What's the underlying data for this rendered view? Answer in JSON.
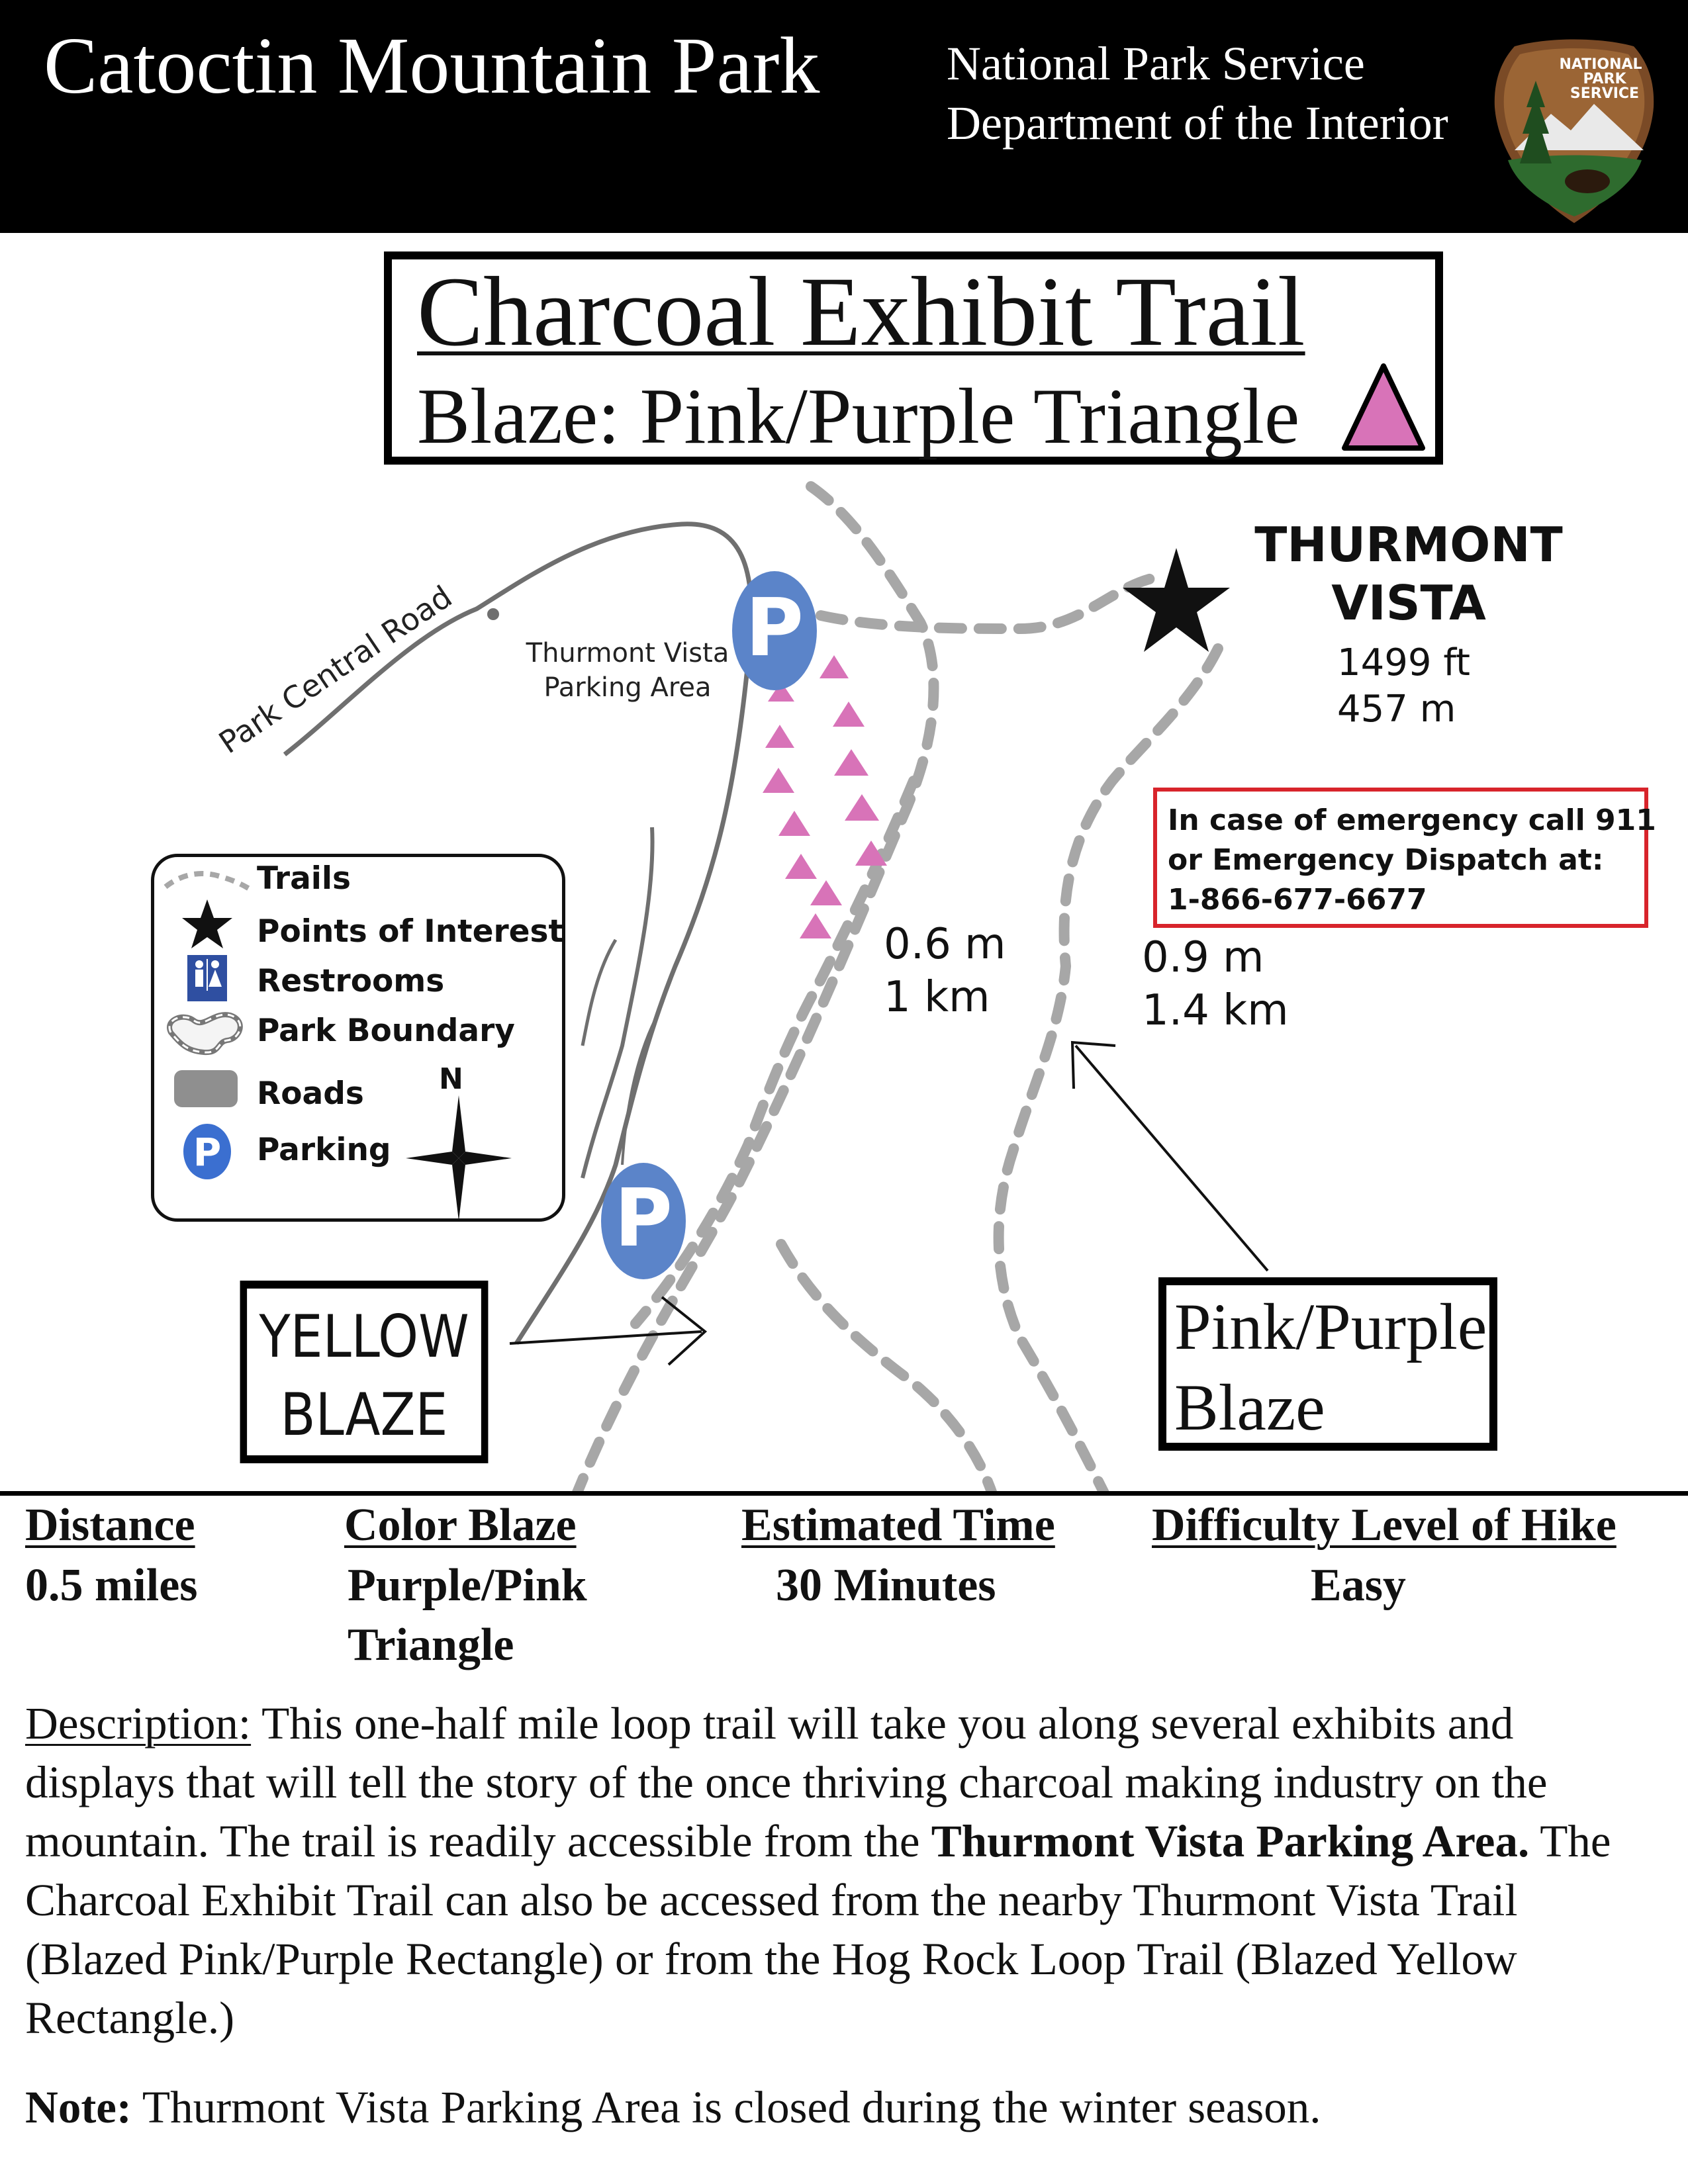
{
  "header": {
    "park_title": "Catoctin Mountain Park",
    "agency_line_1": "National Park Service",
    "agency_line_2": "Department of the Interior",
    "emblem_lines": [
      "NATIONAL",
      "PARK",
      "SERVICE"
    ]
  },
  "title_box": {
    "trail_name": "Charcoal Exhibit Trail",
    "blaze_text": "Blaze: Pink/Purple Triangle",
    "blaze_color": "#d873b8"
  },
  "map": {
    "road_label": "Park Central Road",
    "parking_area_label": [
      "Thurmont Vista",
      "Parking Area"
    ],
    "parking_symbol": "P",
    "vista": {
      "name_lines": [
        "THURMONT",
        "VISTA"
      ],
      "elevation_ft": "1499 ft",
      "elevation_m": "457 m"
    },
    "distance_left": [
      "0.6 m",
      "1 km"
    ],
    "distance_right": [
      "0.9 m",
      "1.4 km"
    ],
    "compass_label": "N",
    "colors": {
      "trail": "#a7a7a7",
      "road": "#6f6f6f",
      "parking": "#5b84c9",
      "triangle_blaze": "#d873b8"
    }
  },
  "legend": {
    "items": [
      {
        "label": "Trails",
        "icon": "trail-dash-icon"
      },
      {
        "label": "Points of Interest",
        "icon": "star-icon"
      },
      {
        "label": "Restrooms",
        "icon": "restroom-icon"
      },
      {
        "label": "Park Boundary",
        "icon": "boundary-icon"
      },
      {
        "label": "Roads",
        "icon": "road-icon"
      },
      {
        "label": "Parking",
        "icon": "parking-icon"
      }
    ]
  },
  "emergency": {
    "line_1": "In case of emergency call 911",
    "line_2": "or Emergency Dispatch at:",
    "line_3": "1-866-677-6677"
  },
  "blaze_labels": {
    "yellow": [
      "YELLOW",
      "BLAZE"
    ],
    "pink": [
      "Pink/Purple",
      "Blaze"
    ]
  },
  "info": {
    "distance_head": "Distance",
    "distance_val": "0.5 miles",
    "color_head": "Color Blaze",
    "color_val_1": "Purple/Pink",
    "color_val_2": "Triangle",
    "time_head": "Estimated Time",
    "time_val": "30 Minutes",
    "difficulty_head": "Difficulty Level of Hike",
    "difficulty_val": "Easy"
  },
  "description": {
    "label": "Description:",
    "text_1": " This one-half mile loop trail will take you along several exhibits and displays that will tell the story of the once thriving charcoal making industry on the mountain. The trail is readily accessible from the ",
    "bold_1": "Thurmont Vista Parking Area.",
    "text_2": " The Charcoal Exhibit Trail can also be accessed from the nearby Thurmont Vista Trail (Blazed Pink/Purple Rectangle) or from the Hog Rock Loop Trail (Blazed Yellow Rectangle.)"
  },
  "note": {
    "label": "Note:",
    "text": " Thurmont Vista Parking Area is closed during the winter season."
  }
}
